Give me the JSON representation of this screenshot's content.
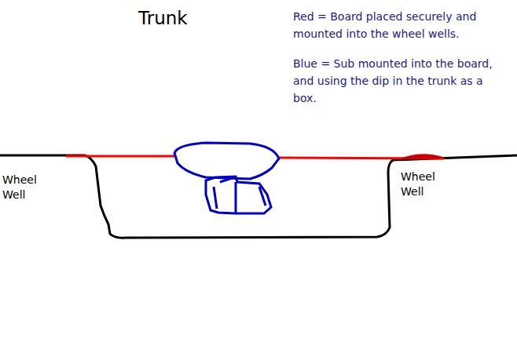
{
  "diagram": {
    "title": "Trunk",
    "labels": [
      "Red = Board placed securely and mounted into the wheel wells.",
      "Blue = Sub mounted into the board, and using the dip in the trunk as a box.",
      "Wheel Well",
      "Wheel Well"
    ]
  }
}
